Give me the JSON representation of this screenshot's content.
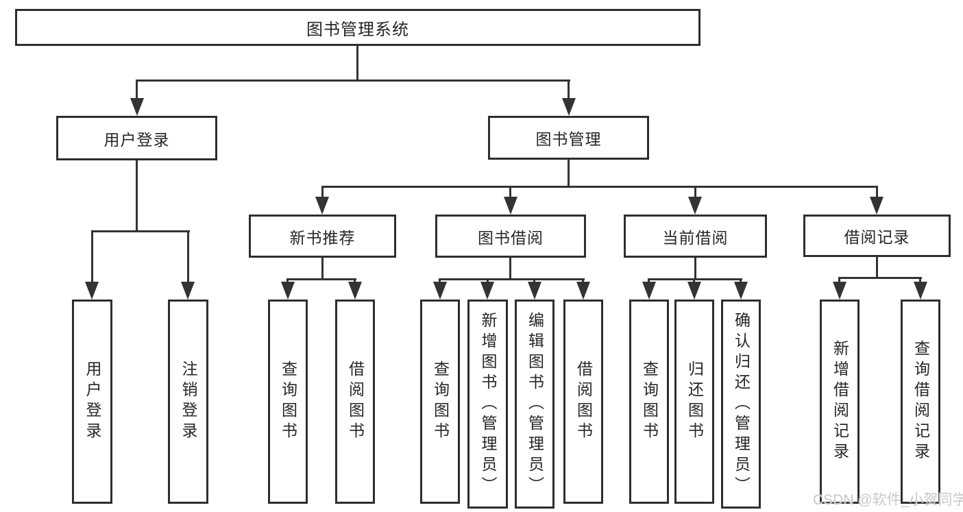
{
  "tree": {
    "root": {
      "label": "图书管理系统"
    },
    "level2": [
      {
        "label": "用户登录"
      },
      {
        "label": "图书管理"
      }
    ],
    "level3": [
      {
        "label": "新书推荐"
      },
      {
        "label": "图书借阅"
      },
      {
        "label": "当前借阅"
      },
      {
        "label": "借阅记录"
      }
    ],
    "leaves": {
      "user_login": [
        {
          "label": "用户登录"
        },
        {
          "label": "注销登录"
        }
      ],
      "new_book_recommend": [
        {
          "label": "查询图书"
        },
        {
          "label": "借阅图书"
        }
      ],
      "book_borrowing": [
        {
          "label": "查询图书"
        },
        {
          "label": "新增图书（管理员）"
        },
        {
          "label": "编辑图书（管理员）"
        },
        {
          "label": "借阅图书"
        }
      ],
      "current_borrowing": [
        {
          "label": "查询图书"
        },
        {
          "label": "归还图书"
        },
        {
          "label": "确认归还（管理员）"
        }
      ],
      "borrowing_records": [
        {
          "label": "新增借阅记录"
        },
        {
          "label": "查询借阅记录"
        }
      ]
    }
  },
  "watermark": {
    "text": "CSDN @软件_小贺同学"
  },
  "colors": {
    "line": "#333333",
    "box_border": "#2e2e2e",
    "text": "#262626",
    "watermark": "#c8c8c8",
    "background": "#ffffff"
  }
}
